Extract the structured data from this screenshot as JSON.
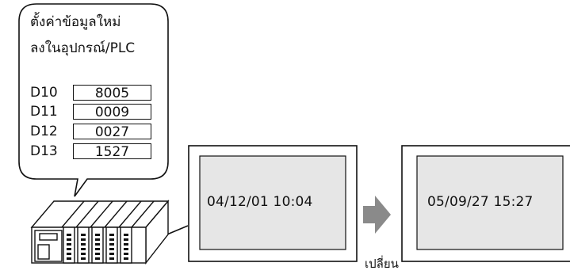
{
  "bubble": {
    "title_line1": "ตั้งค่าข้อมูลใหม่",
    "title_line2": "ลงในอุปกรณ์/PLC",
    "registers": [
      {
        "label": "D10",
        "value": "8005"
      },
      {
        "label": "D11",
        "value": "0009"
      },
      {
        "label": "D12",
        "value": "0027"
      },
      {
        "label": "D13",
        "value": "1527"
      }
    ]
  },
  "screen_before": {
    "text": "04/12/01  10:04"
  },
  "screen_after": {
    "text": "05/09/27  15:27"
  },
  "arrow_caption": "เปลี่ยน",
  "icons": {
    "plc": "plc-device-icon",
    "arrow": "right-arrow-icon"
  },
  "colors": {
    "screen_fill": "#e6e6e6",
    "arrow": "#8a8a8a",
    "line": "#111111"
  }
}
